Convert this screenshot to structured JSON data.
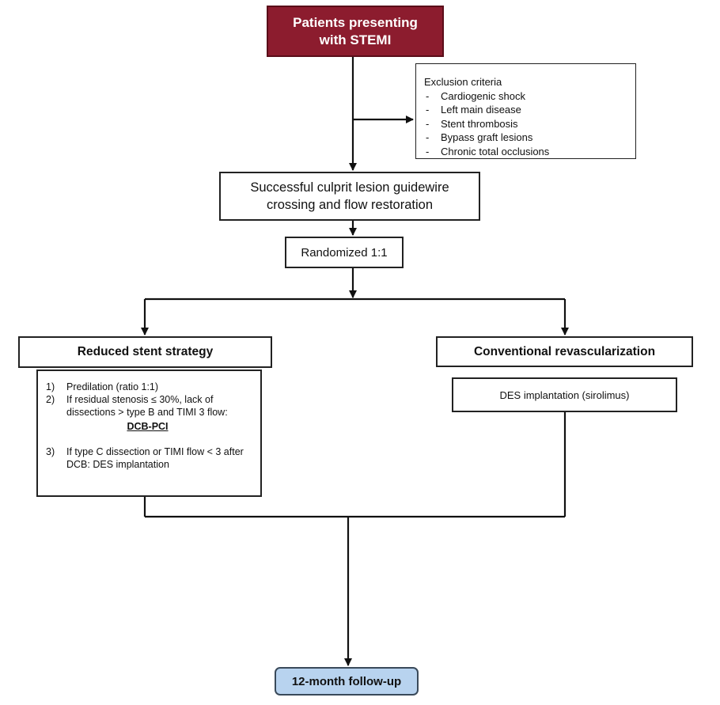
{
  "nodes": {
    "stemi": {
      "line1": "Patients presenting",
      "line2": "with STEMI"
    },
    "exclusion": {
      "title": "Exclusion criteria",
      "items": [
        "Cardiogenic shock",
        "Left main disease",
        "Stent thrombosis",
        "Bypass graft lesions",
        "Chronic total occlusions"
      ]
    },
    "success": {
      "line1": "Successful culprit lesion guidewire",
      "line2": "crossing and flow restoration"
    },
    "randomized": "Randomized 1:1",
    "reduced": "Reduced stent strategy",
    "conventional": "Conventional revascularization",
    "steps": {
      "s1_num": "1)",
      "s1": "Predilation (ratio 1:1)",
      "s2_num": "2)",
      "s2": "If residual stenosis ≤ 30%, lack of dissections > type B and TIMI 3 flow:",
      "s2_emph": "DCB-PCI",
      "s3_num": "3)",
      "s3": "If type C dissection or TIMI flow < 3 after DCB: DES implantation"
    },
    "des": "DES implantation (sirolimus)",
    "followup": "12-month follow-up"
  },
  "colors": {
    "stemi_fill": "#8c1c2e",
    "followup_fill": "#b8d3ef",
    "line": "#111111"
  }
}
